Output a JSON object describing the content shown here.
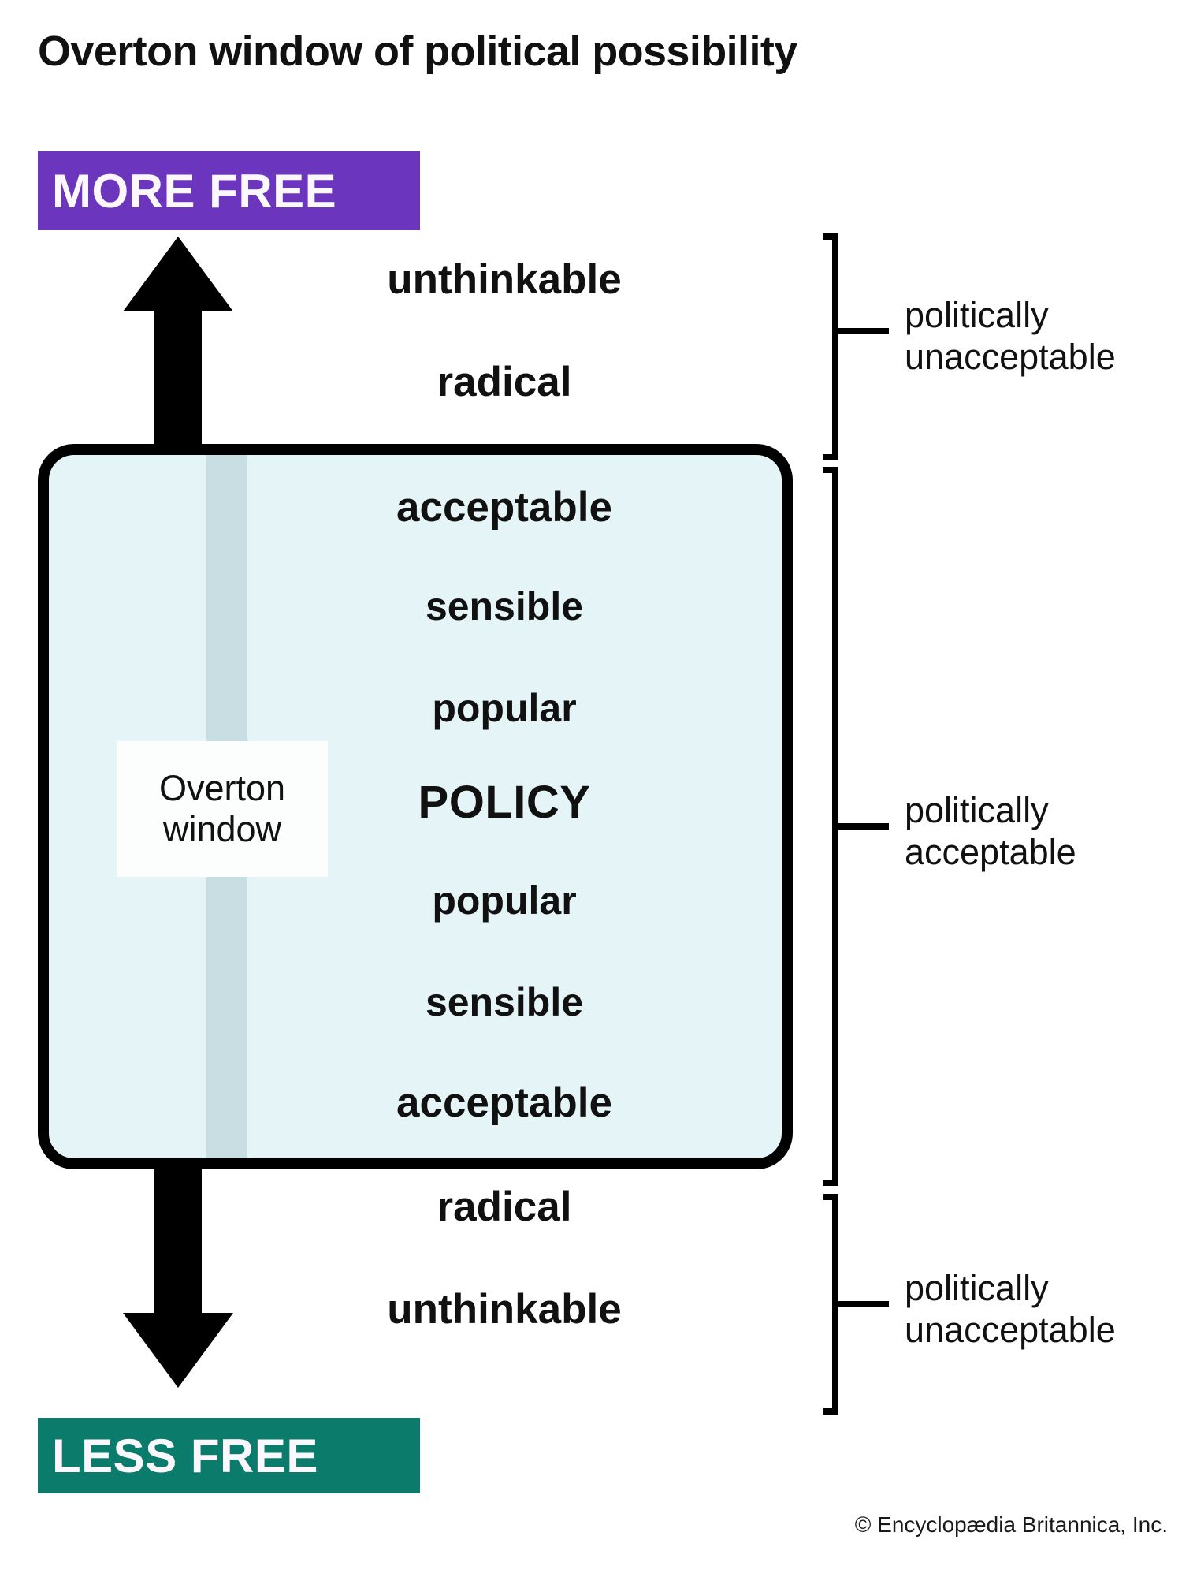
{
  "title": "Overton window of political possibility",
  "colors": {
    "more_free_bg": "#6b35bd",
    "less_free_bg": "#0b7c6b",
    "window_fill": "#e4f4f7",
    "shaft_band": "#c8dee3",
    "arrow": "#000000",
    "border": "#000000",
    "banner_text": "#fbf8fd"
  },
  "banners": {
    "top": "MORE FREE",
    "bottom": "LESS FREE"
  },
  "window_label": {
    "line1": "Overton",
    "line2": "window"
  },
  "tiers": [
    {
      "label": "unthinkable",
      "zone": "unacceptable-upper",
      "style": "t-outer"
    },
    {
      "label": "radical",
      "zone": "unacceptable-upper",
      "style": "t-outer"
    },
    {
      "label": "acceptable",
      "zone": "acceptable",
      "style": "t-acceptable"
    },
    {
      "label": "sensible",
      "zone": "acceptable",
      "style": "t-sensible"
    },
    {
      "label": "popular",
      "zone": "acceptable",
      "style": "t-popular"
    },
    {
      "label": "POLICY",
      "zone": "acceptable",
      "style": "t-policy"
    },
    {
      "label": "popular",
      "zone": "acceptable",
      "style": "t-popular"
    },
    {
      "label": "sensible",
      "zone": "acceptable",
      "style": "t-sensible"
    },
    {
      "label": "acceptable",
      "zone": "acceptable",
      "style": "t-acceptable"
    },
    {
      "label": "radical",
      "zone": "unacceptable-lower",
      "style": "t-outer"
    },
    {
      "label": "unthinkable",
      "zone": "unacceptable-lower",
      "style": "t-outer"
    }
  ],
  "brackets": [
    {
      "line1": "politically",
      "line2": "unacceptable"
    },
    {
      "line1": "politically",
      "line2": "acceptable"
    },
    {
      "line1": "politically",
      "line2": "unacceptable"
    }
  ],
  "credit": "© Encyclopædia Britannica, Inc."
}
